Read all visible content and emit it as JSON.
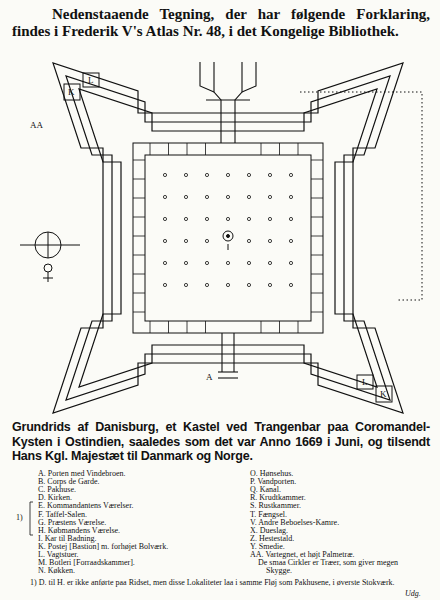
{
  "diagram": {
    "title": "Nedenstaaende Tegning, der har følgende Forklaring, findes i Frederik V's Atlas Nr. 48, i det Kongelige Bibliothek.",
    "caption": "Grundrids af Danisburg, et Kastel ved Trangenbar paa Coromandel-Kysten i Ostindien, saaledes som det var Anno 1669 i Juni, og tilsendt Hans Kgl. Majestæt til Danmark og Norge.",
    "labels": [
      "AA",
      "K",
      "L",
      "K",
      "L",
      "A",
      "A. Porten med Vindebroen.",
      "B. Corps de Garde.",
      "C. Pakhuse.",
      "D. Kirken.",
      "E. Kommandantens Værelser.",
      "F. Taffel-Salen.",
      "G. Præstens Værelse.",
      "H. Købmandens Værelse.",
      "I. Kar til Badning.",
      "K. Postej [Bastion] m. forhøjet Bolværk.",
      "L. Vagtstuer.",
      "M. Botleri [Forraadskammer].",
      "N. Køkken.",
      "O. Hønsehus.",
      "P. Vandporten.",
      "Q. Kanal.",
      "R. Krudtkammer.",
      "S. Rustkammer.",
      "T. Fængsel.",
      "V. Andre Beboelses-Kamre.",
      "X. Dueslag.",
      "Z. Hestestald.",
      "Y. Smedie.",
      "AA. Vartegnet, et højt Palmetræ.",
      "De smaa Cirkler er Træer, som giver megen Skygge.",
      "1)",
      "1) D. til H. er ikke anførte paa Ridset, men disse Lokaliteter laa i samme Fløj som Pakhusene, i øverste Stokværk.",
      "Udg."
    ]
  }
}
